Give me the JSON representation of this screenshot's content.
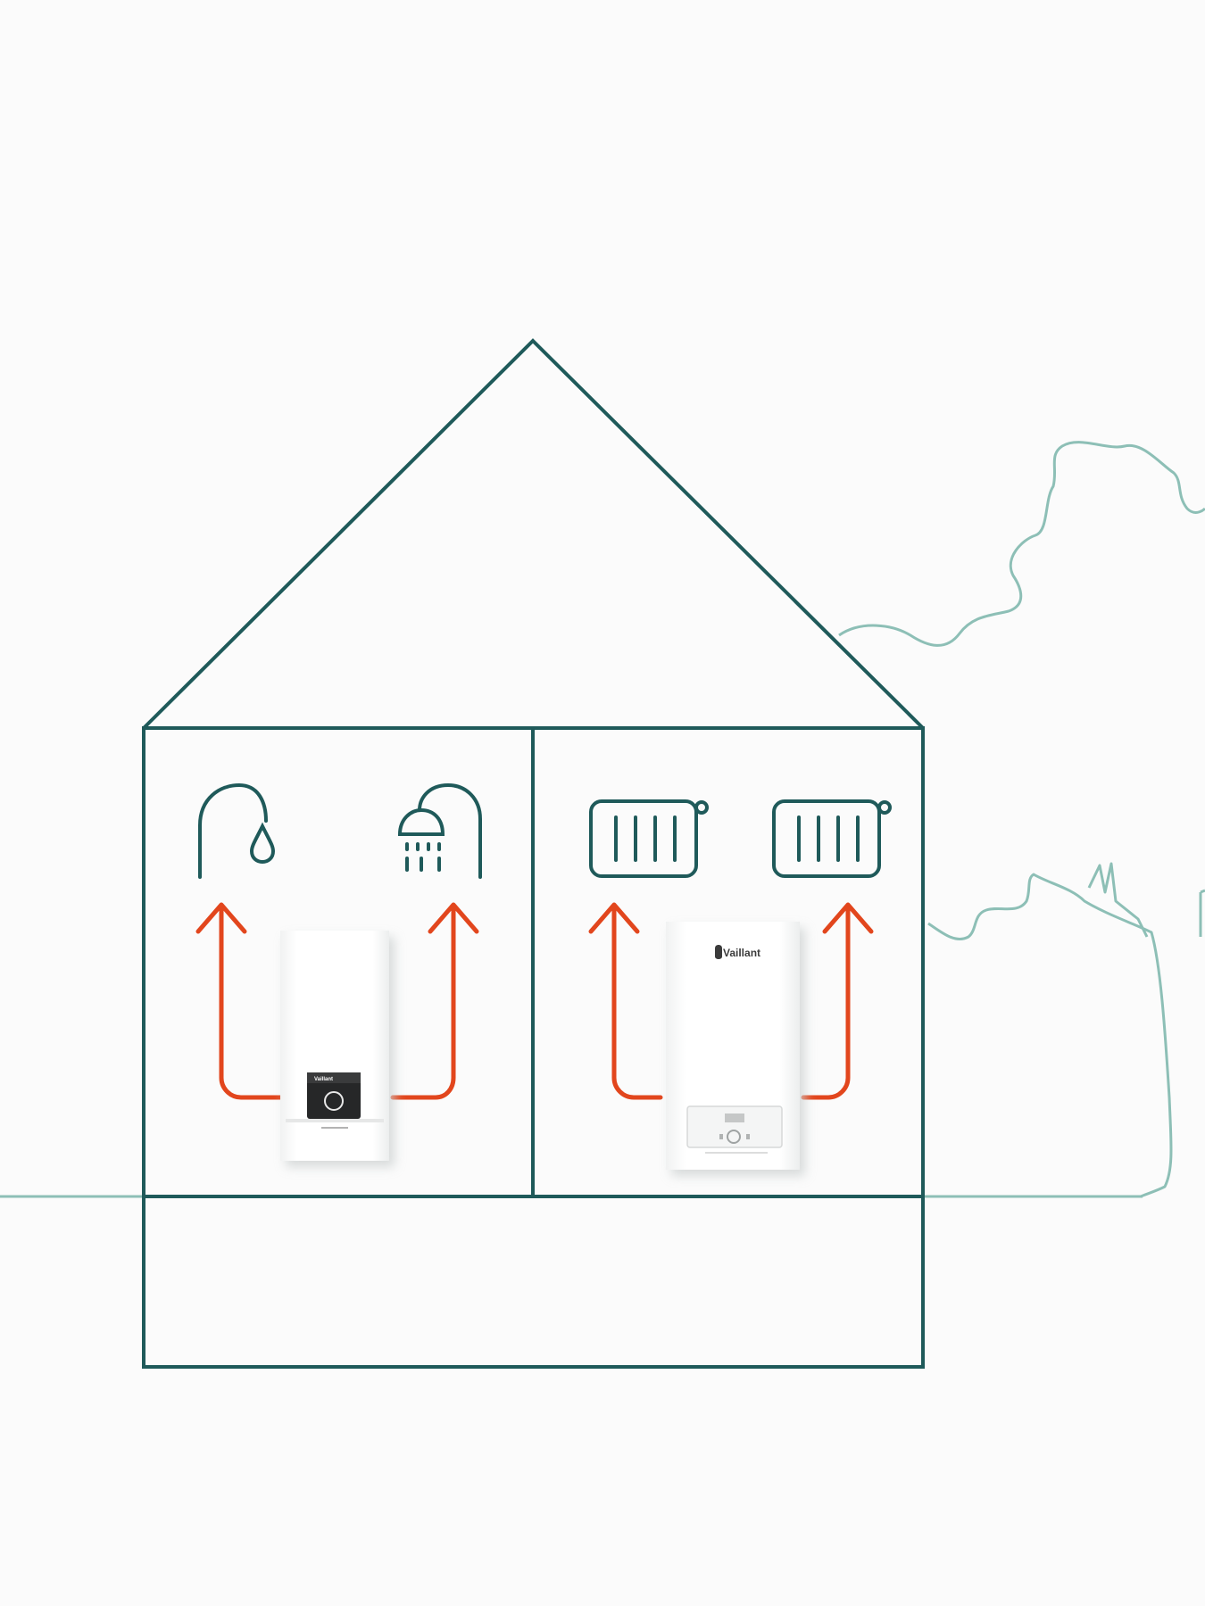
{
  "colors": {
    "background": "#fbfbfb",
    "house_outline": "#1f5a5a",
    "tree_outline": "#8dbfb6",
    "arrow": "#e2461d",
    "appliance_body": "#ffffff",
    "appliance_shadow": "#d9dcdc",
    "display_panel": "#222222"
  },
  "house": {
    "rooms": [
      {
        "name": "hot-water-room",
        "fixtures": [
          {
            "icon": "tap-icon"
          },
          {
            "icon": "shower-icon"
          }
        ],
        "appliance": {
          "icon": "electric-water-heater",
          "brand": "Vaillant"
        }
      },
      {
        "name": "heating-room",
        "fixtures": [
          {
            "icon": "radiator-icon"
          },
          {
            "icon": "radiator-icon"
          }
        ],
        "appliance": {
          "icon": "electric-boiler",
          "brand": "Vaillant"
        }
      }
    ]
  }
}
